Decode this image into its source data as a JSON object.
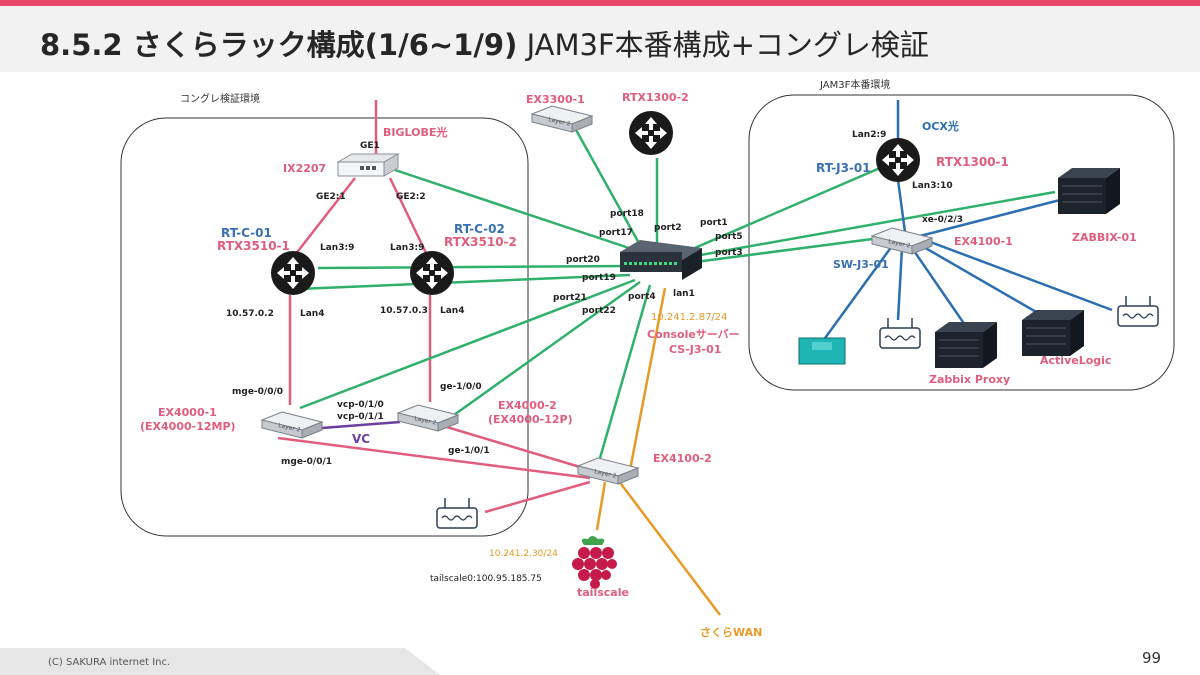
{
  "header": {
    "title_main": "8.5.2 さくらラック構成(1/6~1/9)",
    "title_rest": " JAM3F本番構成+コングレ検証"
  },
  "footer": {
    "copyright": "(C) SAKURA internet Inc.",
    "page": "99"
  },
  "regions": {
    "left": "コングレ検証環境",
    "right": "JAM3F本番環境"
  },
  "colors": {
    "pink": "#e05d7d",
    "green": "#2fb06b",
    "blue": "#2b6fb0",
    "orange": "#e79a26",
    "purple": "#6b3fa0",
    "title_blue": "#3a6fb3"
  },
  "labels": {
    "biglobe": "BIGLOBE光",
    "ix2207": "IX2207",
    "ge1": "GE1",
    "ge21": "GE2:1",
    "ge22": "GE2:2",
    "rtc01": "RT-C-01",
    "rtx3510_1": "RTX3510-1",
    "rtc02": "RT-C-02",
    "rtx3510_2": "RTX3510-2",
    "lan39a": "Lan3:9",
    "lan39b": "Lan3:9",
    "ip0572": "10.57.0.2",
    "ip0573": "10.57.0.3",
    "lan4a": "Lan4",
    "lan4b": "Lan4",
    "mge000": "mge-0/0/0",
    "ge100": "ge-1/0/0",
    "vcp010": "vcp-0/1/0",
    "vcp011": "vcp-0/1/1",
    "vc": "VC",
    "ex4000_1": "EX4000-1",
    "ex4000_1b": "(EX4000-12MP)",
    "ex4000_2": "EX4000-2",
    "ex4000_2b": "(EX4000-12P)",
    "mge001": "mge-0/0/1",
    "ge101": "ge-1/0/1",
    "ex3300": "EX3300-1",
    "rtx1300_2": "RTX1300-2",
    "port18": "port18",
    "port17": "port17",
    "port2": "port2",
    "port20": "port20",
    "port19": "port19",
    "port21": "port21",
    "port22": "port22",
    "port4": "port4",
    "lan1": "lan1",
    "port1": "port1",
    "port5": "port5",
    "port3": "port3",
    "ip87": "10.241.2.87/24",
    "console": "Consoleサーバー",
    "csj301": "CS-J3-01",
    "ex4100_2": "EX4100-2",
    "ip30": "10.241.2.30/24",
    "tailscale_ip": "tailscale0:100.95.185.75",
    "tailscale": "tailscale",
    "sakurawan": "さくらWAN",
    "ocx": "OCX光",
    "lan29": "Lan2:9",
    "rtj301": "RT-J3-01",
    "rtx1300_1": "RTX1300-1",
    "lan310": "Lan3:10",
    "xe023": "xe-0/2/3",
    "ex4100_1": "EX4100-1",
    "swj301": "SW-J3-01",
    "zabbix01": "ZABBIX-01",
    "zabbixproxy": "Zabbix Proxy",
    "activelogic": "ActiveLogic",
    "layer2": "Layer 2"
  }
}
